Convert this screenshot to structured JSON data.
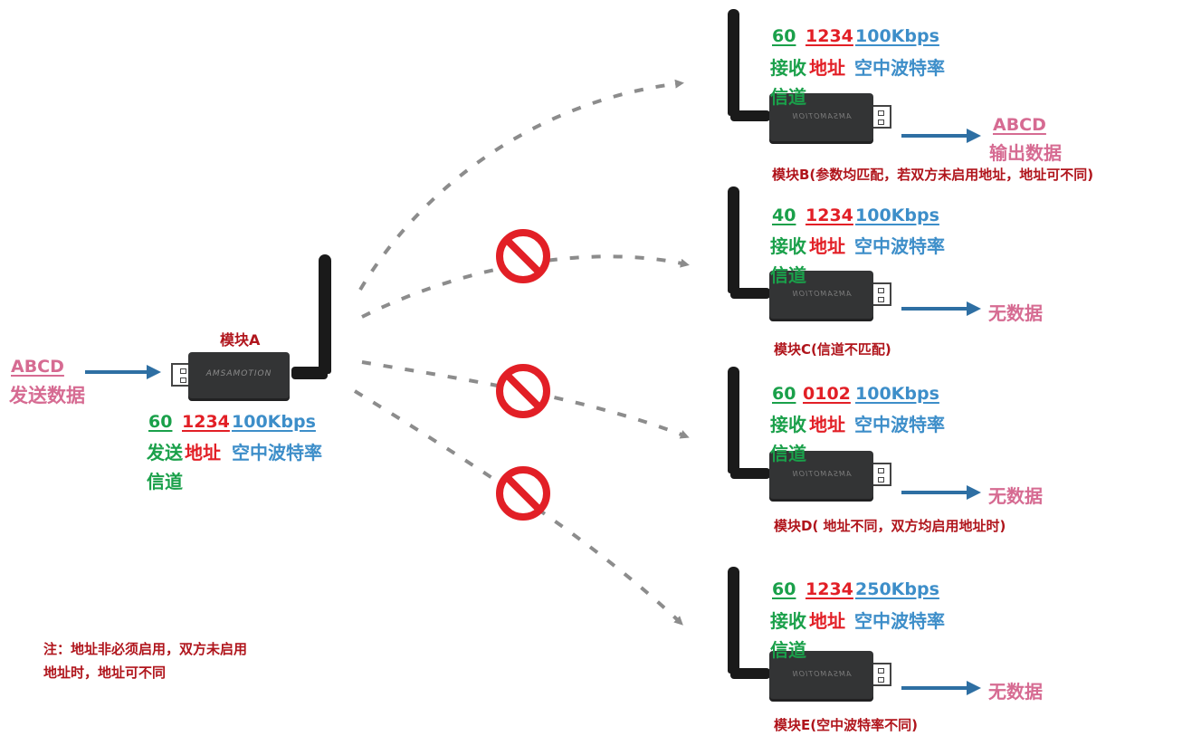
{
  "source": {
    "data": "ABCD",
    "label": "发送数据"
  },
  "module_a": {
    "title": "模块A",
    "brand": "AMSAMOTION",
    "channel": "60",
    "address": "1234",
    "rate": "100Kbps",
    "label_channel": "发送",
    "label_address": "地址",
    "label_rate": "空中波特率",
    "label_channel2": "信道"
  },
  "receivers": [
    {
      "channel": "60",
      "address": "1234",
      "rate": "100Kbps",
      "label_channel": "接收",
      "label_address": "地址",
      "label_rate": "空中波特率",
      "label_channel2": "信道",
      "brand": "AMSAMOTION",
      "output": "ABCD",
      "output_label": "输出数据",
      "caption": "模块B(参数均匹配，若双方未启用地址，地址可不同)"
    },
    {
      "channel": "40",
      "address": "1234",
      "rate": "100Kbps",
      "label_channel": "接收",
      "label_address": "地址",
      "label_rate": "空中波特率",
      "label_channel2": "信道",
      "brand": "AMSAMOTION",
      "output": "无数据",
      "caption": "模块C(信道不匹配)"
    },
    {
      "channel": "60",
      "address": "0102",
      "rate": "100Kbps",
      "label_channel": "接收",
      "label_address": "地址",
      "label_rate": "空中波特率",
      "label_channel2": "信道",
      "brand": "AMSAMOTION",
      "output": "无数据",
      "caption": "模块D( 地址不同，双方均启用地址时)"
    },
    {
      "channel": "60",
      "address": "1234",
      "rate": "250Kbps",
      "label_channel": "接收",
      "label_address": "地址",
      "label_rate": "空中波特率",
      "label_channel2": "信道",
      "brand": "AMSAMOTION",
      "output": "无数据",
      "caption": "模块E(空中波特率不同)"
    }
  ],
  "note": {
    "line1": "注：地址非必须启用，双方未启用",
    "line2": "地址时，地址可不同"
  },
  "icons": [
    "arrow-right-icon",
    "prohibited-icon",
    "dashed-curve-arrow-icon"
  ],
  "colors": {
    "pink": "#d66b92",
    "green": "#1aa04a",
    "red": "#e21f26",
    "blue": "#3d8ec9",
    "dark_red": "#b0151c",
    "arrow": "#2e6fa3",
    "dash": "#8c8c8c"
  }
}
